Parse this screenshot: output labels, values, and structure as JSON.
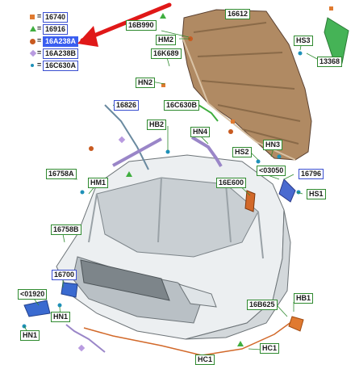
{
  "legend": [
    {
      "symbol": "square",
      "color": "#e07a30",
      "code": "16740"
    },
    {
      "symbol": "triangle",
      "color": "#3fae3f",
      "code": "16916"
    },
    {
      "symbol": "circle",
      "color": "#c85a20",
      "code": "16A238A",
      "highlighted": true
    },
    {
      "symbol": "diamond",
      "color": "#b99be0",
      "code": "16A238B"
    },
    {
      "symbol": "dot",
      "color": "#1e90b8",
      "code": "16C630A"
    }
  ],
  "labels": {
    "hood": "16612",
    "hood_b": "16B990",
    "hm2": "HM2",
    "hs3": "HS3",
    "k689": "16K689",
    "l13368": "13368",
    "hn2": "HN2",
    "l16826": "16826",
    "c630b": "16C630B",
    "hb2": "HB2",
    "hn4": "HN4",
    "hn3": "HN3",
    "hs2": "HS2",
    "l758a": "16758A",
    "hm1": "HM1",
    "c03050": "<03050",
    "l16796": "16796",
    "e600": "16E600",
    "hs1": "HS1",
    "l758b": "16758B",
    "l16700": "16700",
    "c01920": "<01920",
    "hn1a": "HN1",
    "hn1b": "HN1",
    "b625": "16B625",
    "hb1": "HB1",
    "hc1a": "HC1",
    "hc1b": "HC1"
  }
}
